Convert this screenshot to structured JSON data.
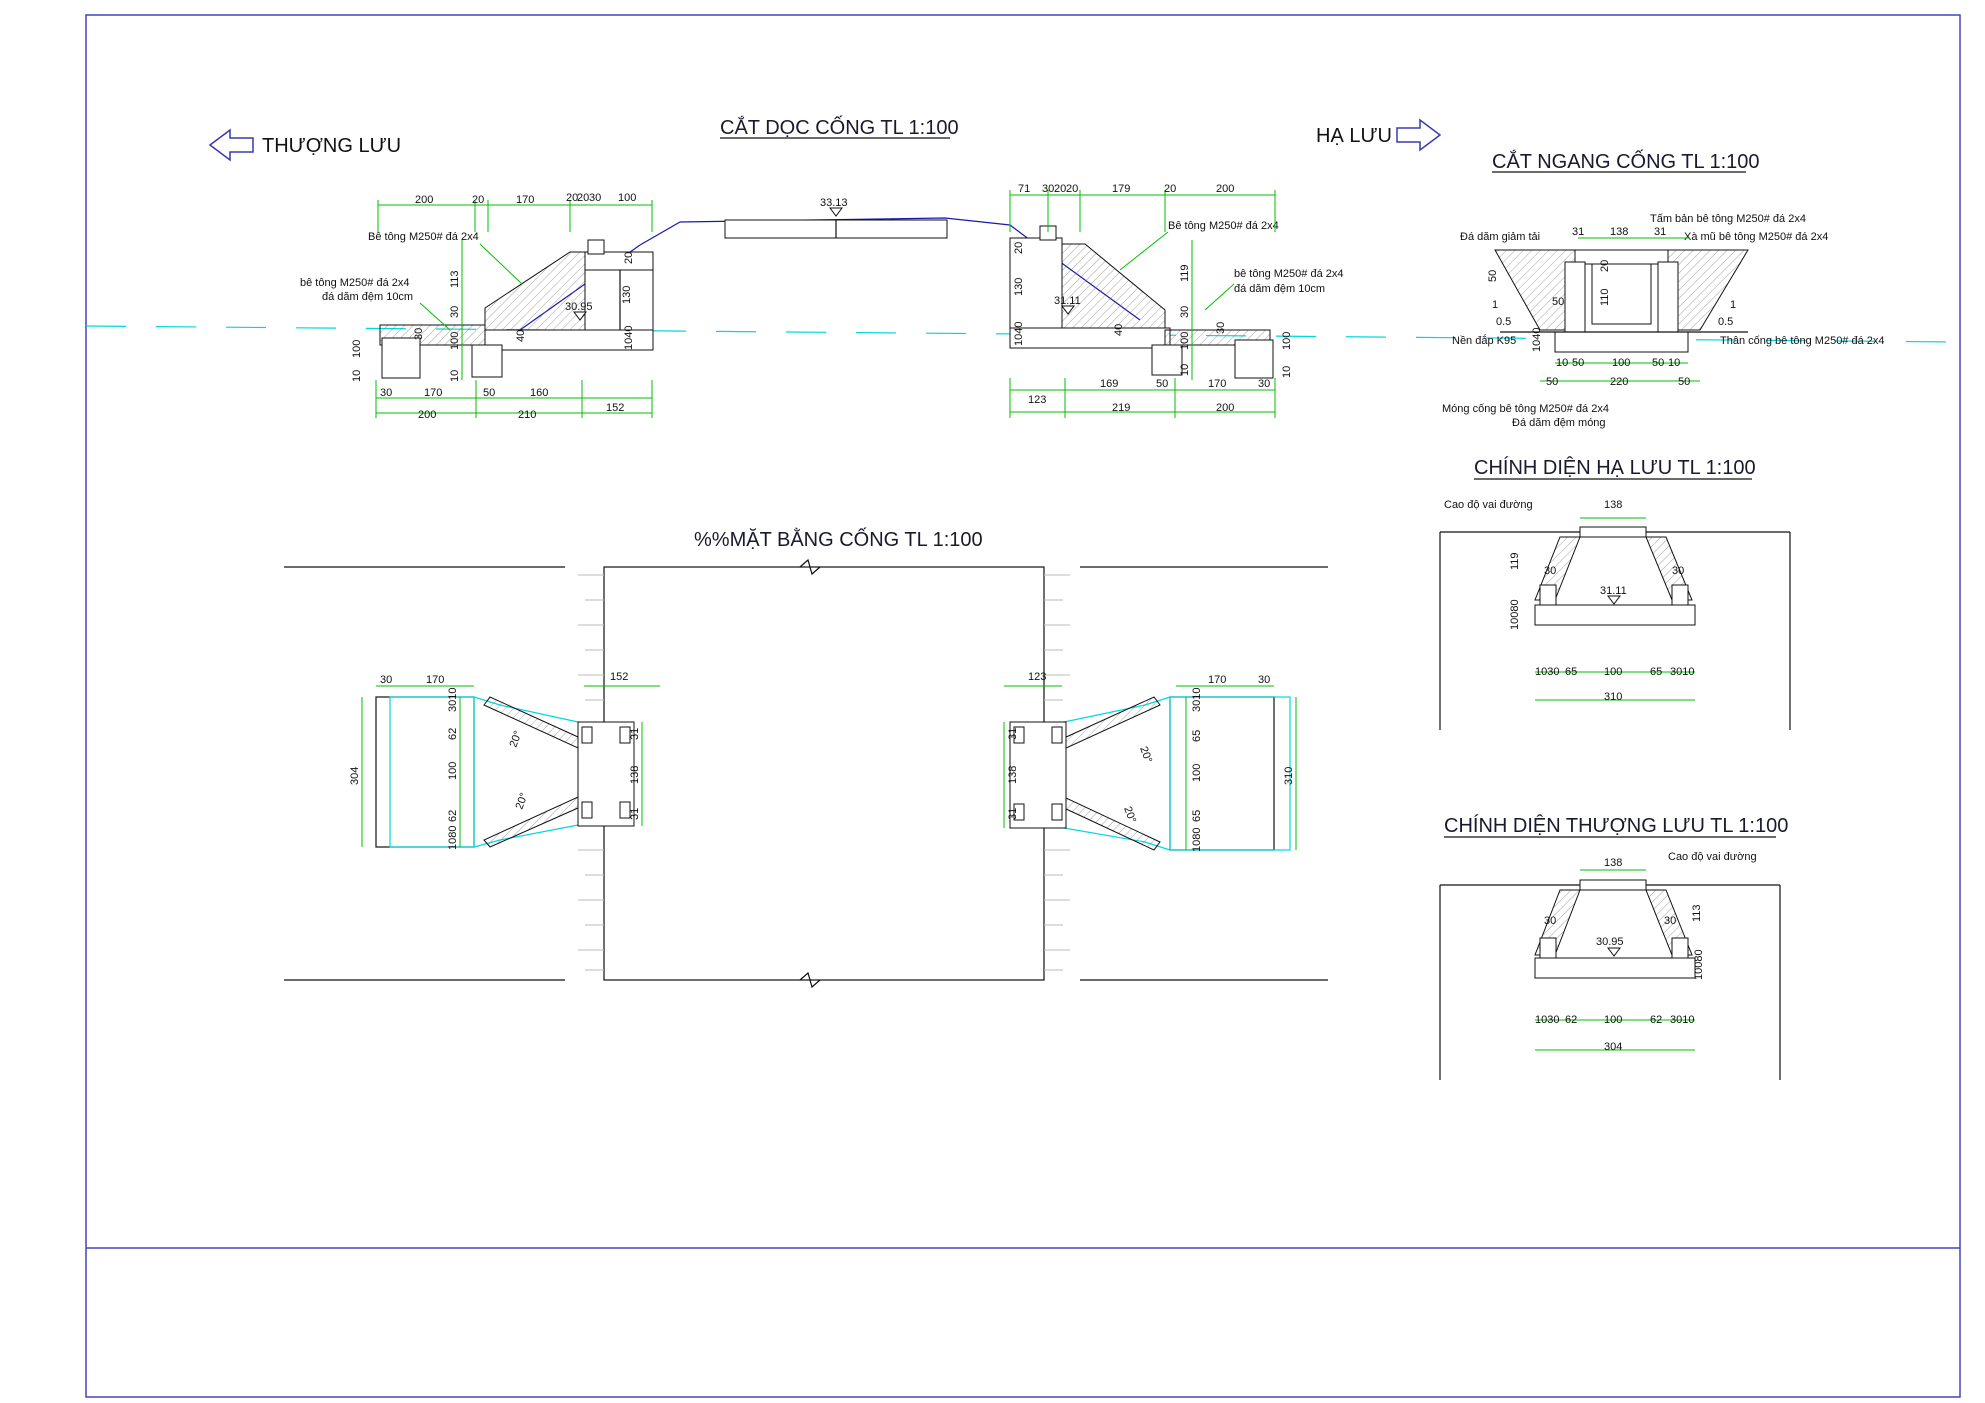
{
  "titles": {
    "longitudinal": "CẮT DỌC CỐNG TL 1:100",
    "cross": "CẮT NGANG CỐNG TL 1:100",
    "plan": "%%MẶT BẰNG CỐNG TL 1:100",
    "downstream_face": "CHÍNH DIỆN HẠ LƯU TL 1:100",
    "upstream_face": "CHÍNH DIỆN THƯỢNG LƯU TL 1:100"
  },
  "directions": {
    "upstream": "THƯỢNG LƯU",
    "downstream": "HẠ LƯU"
  },
  "long_labels": {
    "concrete_left": "Bê tông M250# đá 2x4",
    "concrete_right": "Bê tông M250# đá 2x4",
    "concrete_pad_left_1": "bê tông M250# đá 2x4",
    "concrete_pad_left_2": "đá dăm đệm 10cm",
    "concrete_pad_right_1": "bê tông M250# đá 2x4",
    "concrete_pad_right_2": "đá dăm đệm 10cm"
  },
  "elevations": {
    "crest": "33.13",
    "inlet": "30.95",
    "outlet": "31.11"
  },
  "long_dims": {
    "top_left": [
      "200",
      "20",
      "170",
      "20",
      "20",
      "30",
      "100"
    ],
    "top_right": [
      "71",
      "30",
      "20",
      "20",
      "179",
      "20",
      "200"
    ],
    "bottom_left_1": [
      "30",
      "170",
      "50",
      "160"
    ],
    "bottom_left_2": [
      "200",
      "210",
      "152"
    ],
    "bottom_right_1": [
      "169",
      "50",
      "170",
      "30"
    ],
    "bottom_right_2": [
      "123",
      "219",
      "200"
    ],
    "vert_left": [
      "113",
      "30",
      "100",
      "10",
      "30",
      "100",
      "10",
      "40",
      "130",
      "20",
      "1040"
    ],
    "vert_right": [
      "130",
      "20",
      "1040",
      "119",
      "40",
      "30",
      "100",
      "10",
      "30",
      "100",
      "10"
    ]
  },
  "cross_labels": {
    "slab": "Tấm bản bê tông M250# đá 2x4",
    "cap_beam": "Xà mũ bê tông M250# đá 2x4",
    "relief_stone": "Đá dăm giảm tải",
    "fill": "Nền đắp K95",
    "body": "Thân cống bê tông M250# đá 2x4",
    "foundation_1": "Móng cống bê tông M250# đá 2x4",
    "foundation_2": "Đá dăm đệm móng"
  },
  "cross_dims": {
    "top": [
      "31",
      "138",
      "31"
    ],
    "row1": [
      "10",
      "50",
      "100",
      "50",
      "10"
    ],
    "row2": [
      "50",
      "220",
      "50"
    ],
    "vert": [
      "50",
      "20",
      "110",
      "1040",
      "50"
    ],
    "slope_a": "1",
    "slope_b": "0.5"
  },
  "plan_dims": {
    "left_top": [
      "30",
      "170"
    ],
    "left_len": "152",
    "left_vert": [
      "304",
      "3010",
      "62",
      "100",
      "62",
      "1080"
    ],
    "left_inner": [
      "31",
      "138",
      "31"
    ],
    "angle": "20°",
    "right_top": [
      "170",
      "30"
    ],
    "right_len": "123",
    "right_vert": [
      "310",
      "3010",
      "65",
      "100",
      "65",
      "1080"
    ],
    "right_inner": [
      "31",
      "138",
      "31"
    ]
  },
  "face_down": {
    "road_label": "Cao độ vai đường",
    "top": "138",
    "h": "119",
    "wall": "30",
    "base_h": "10080",
    "elev": "31.11",
    "row": [
      "1030",
      "65",
      "100",
      "65",
      "3010"
    ],
    "total": "310"
  },
  "face_up": {
    "road_label": "Cao độ vai đường",
    "top": "138",
    "h": "113",
    "wall": "30",
    "base_h": "10080",
    "elev": "30.95",
    "row": [
      "1030",
      "62",
      "100",
      "62",
      "3010"
    ],
    "total": "304"
  }
}
